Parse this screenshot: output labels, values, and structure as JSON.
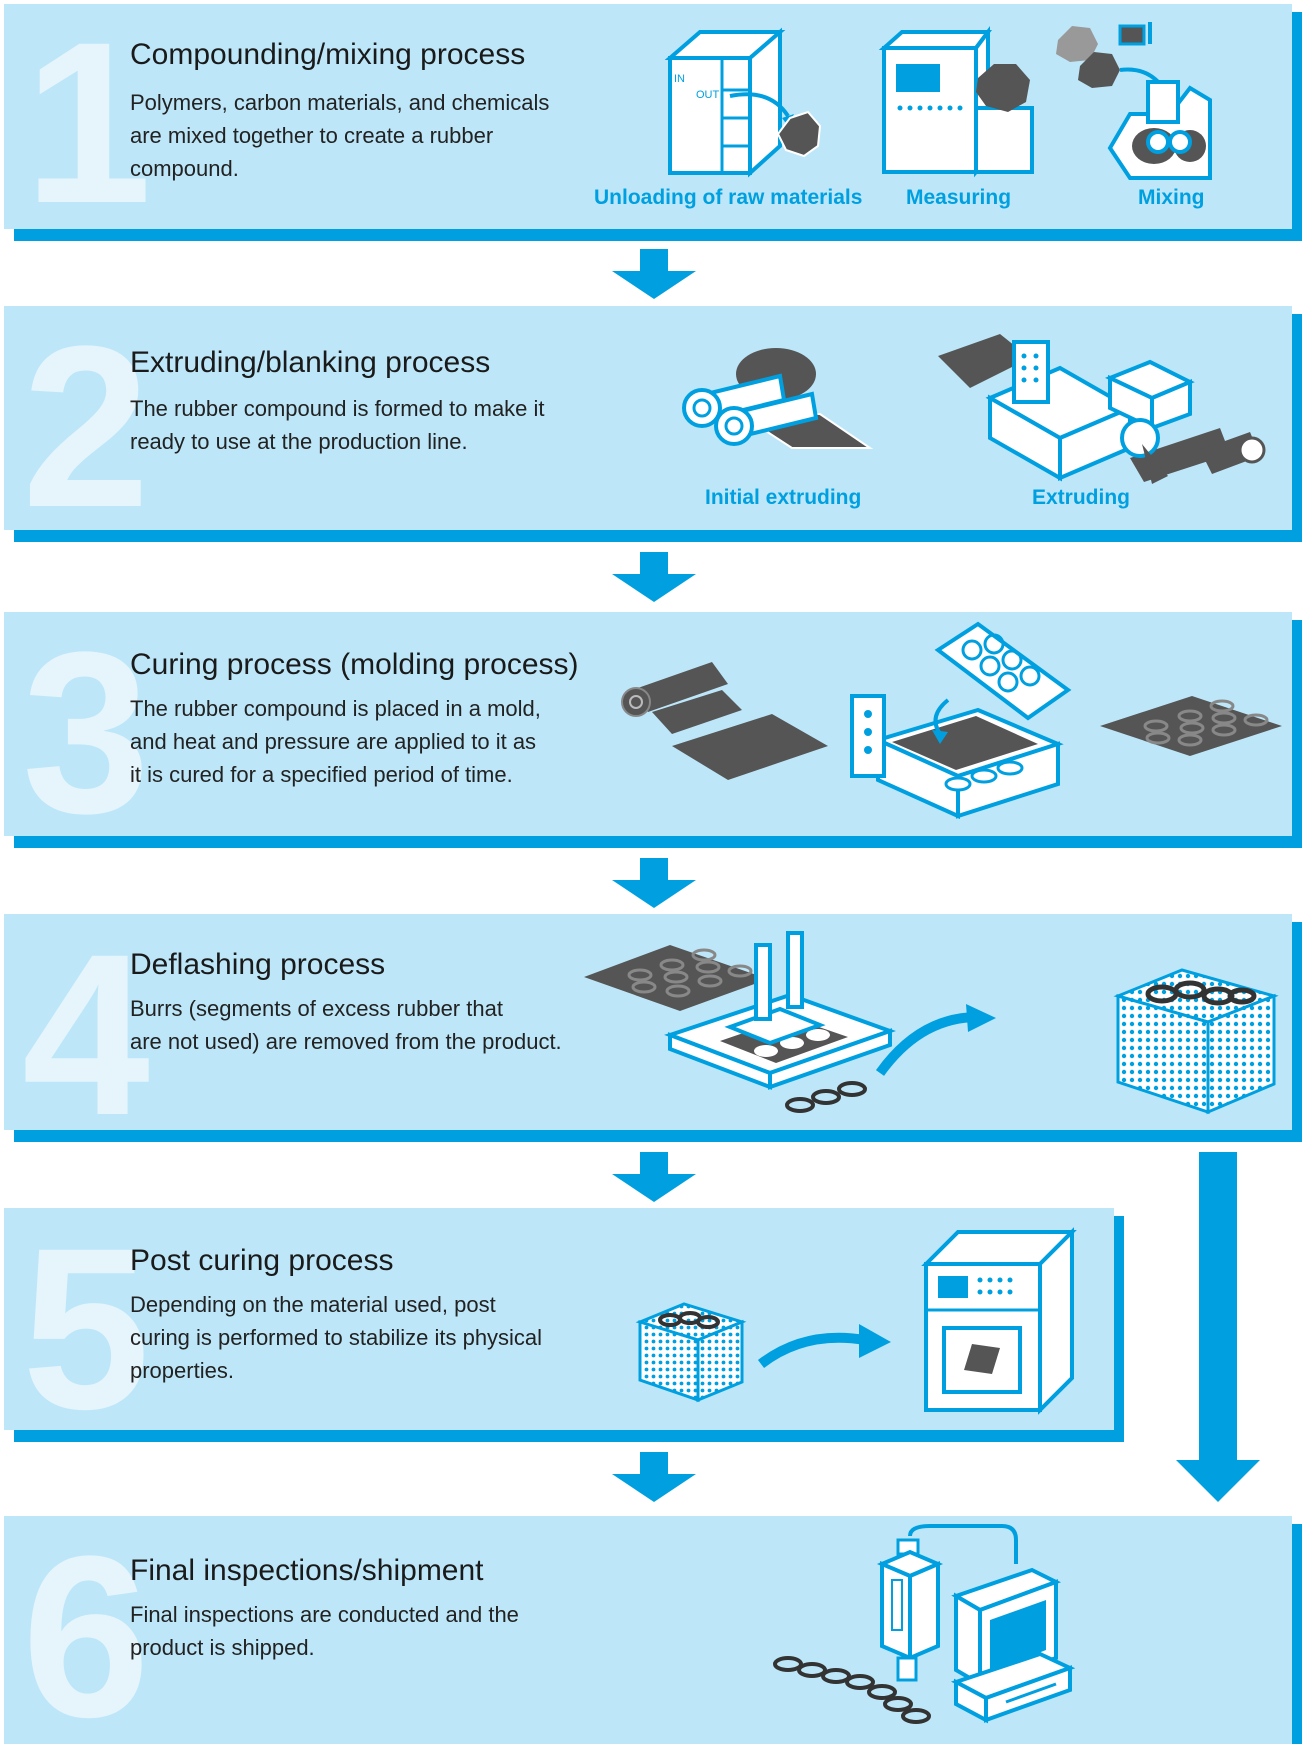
{
  "steps": [
    {
      "number": "1",
      "title": "Compounding/mixing process",
      "lines": [
        "Polymers, carbon materials, and chemicals",
        "are mixed together to create a rubber",
        "compound."
      ],
      "captions": [
        "Unloading of raw materials",
        "Measuring",
        "Mixing"
      ],
      "illustration_text": "IN OUT"
    },
    {
      "number": "2",
      "title": "Extruding/blanking process",
      "lines": [
        "The rubber compound is formed to make it",
        "ready to use at the production line."
      ],
      "captions": [
        "Initial extruding",
        "Extruding"
      ]
    },
    {
      "number": "3",
      "title": "Curing process (molding process)",
      "lines": [
        "The rubber compound is placed in a mold,",
        "and heat and pressure are applied to it as",
        "it is cured for a specified period of time."
      ]
    },
    {
      "number": "4",
      "title": "Deflashing process",
      "lines": [
        "Burrs (segments of excess rubber that",
        "are not used) are removed from the product."
      ]
    },
    {
      "number": "5",
      "title": "Post curing process",
      "lines": [
        "Depending on the material used, post",
        "curing is performed to stabilize its physical",
        "properties."
      ]
    },
    {
      "number": "6",
      "title": "Final inspections/shipment",
      "lines": [
        "Final inspections are conducted and the",
        "product is shipped."
      ]
    }
  ],
  "colors": {
    "panel": "#bde7f9",
    "accent": "#00a0e0",
    "number": "#e6f5fc",
    "dark": "#555555"
  }
}
